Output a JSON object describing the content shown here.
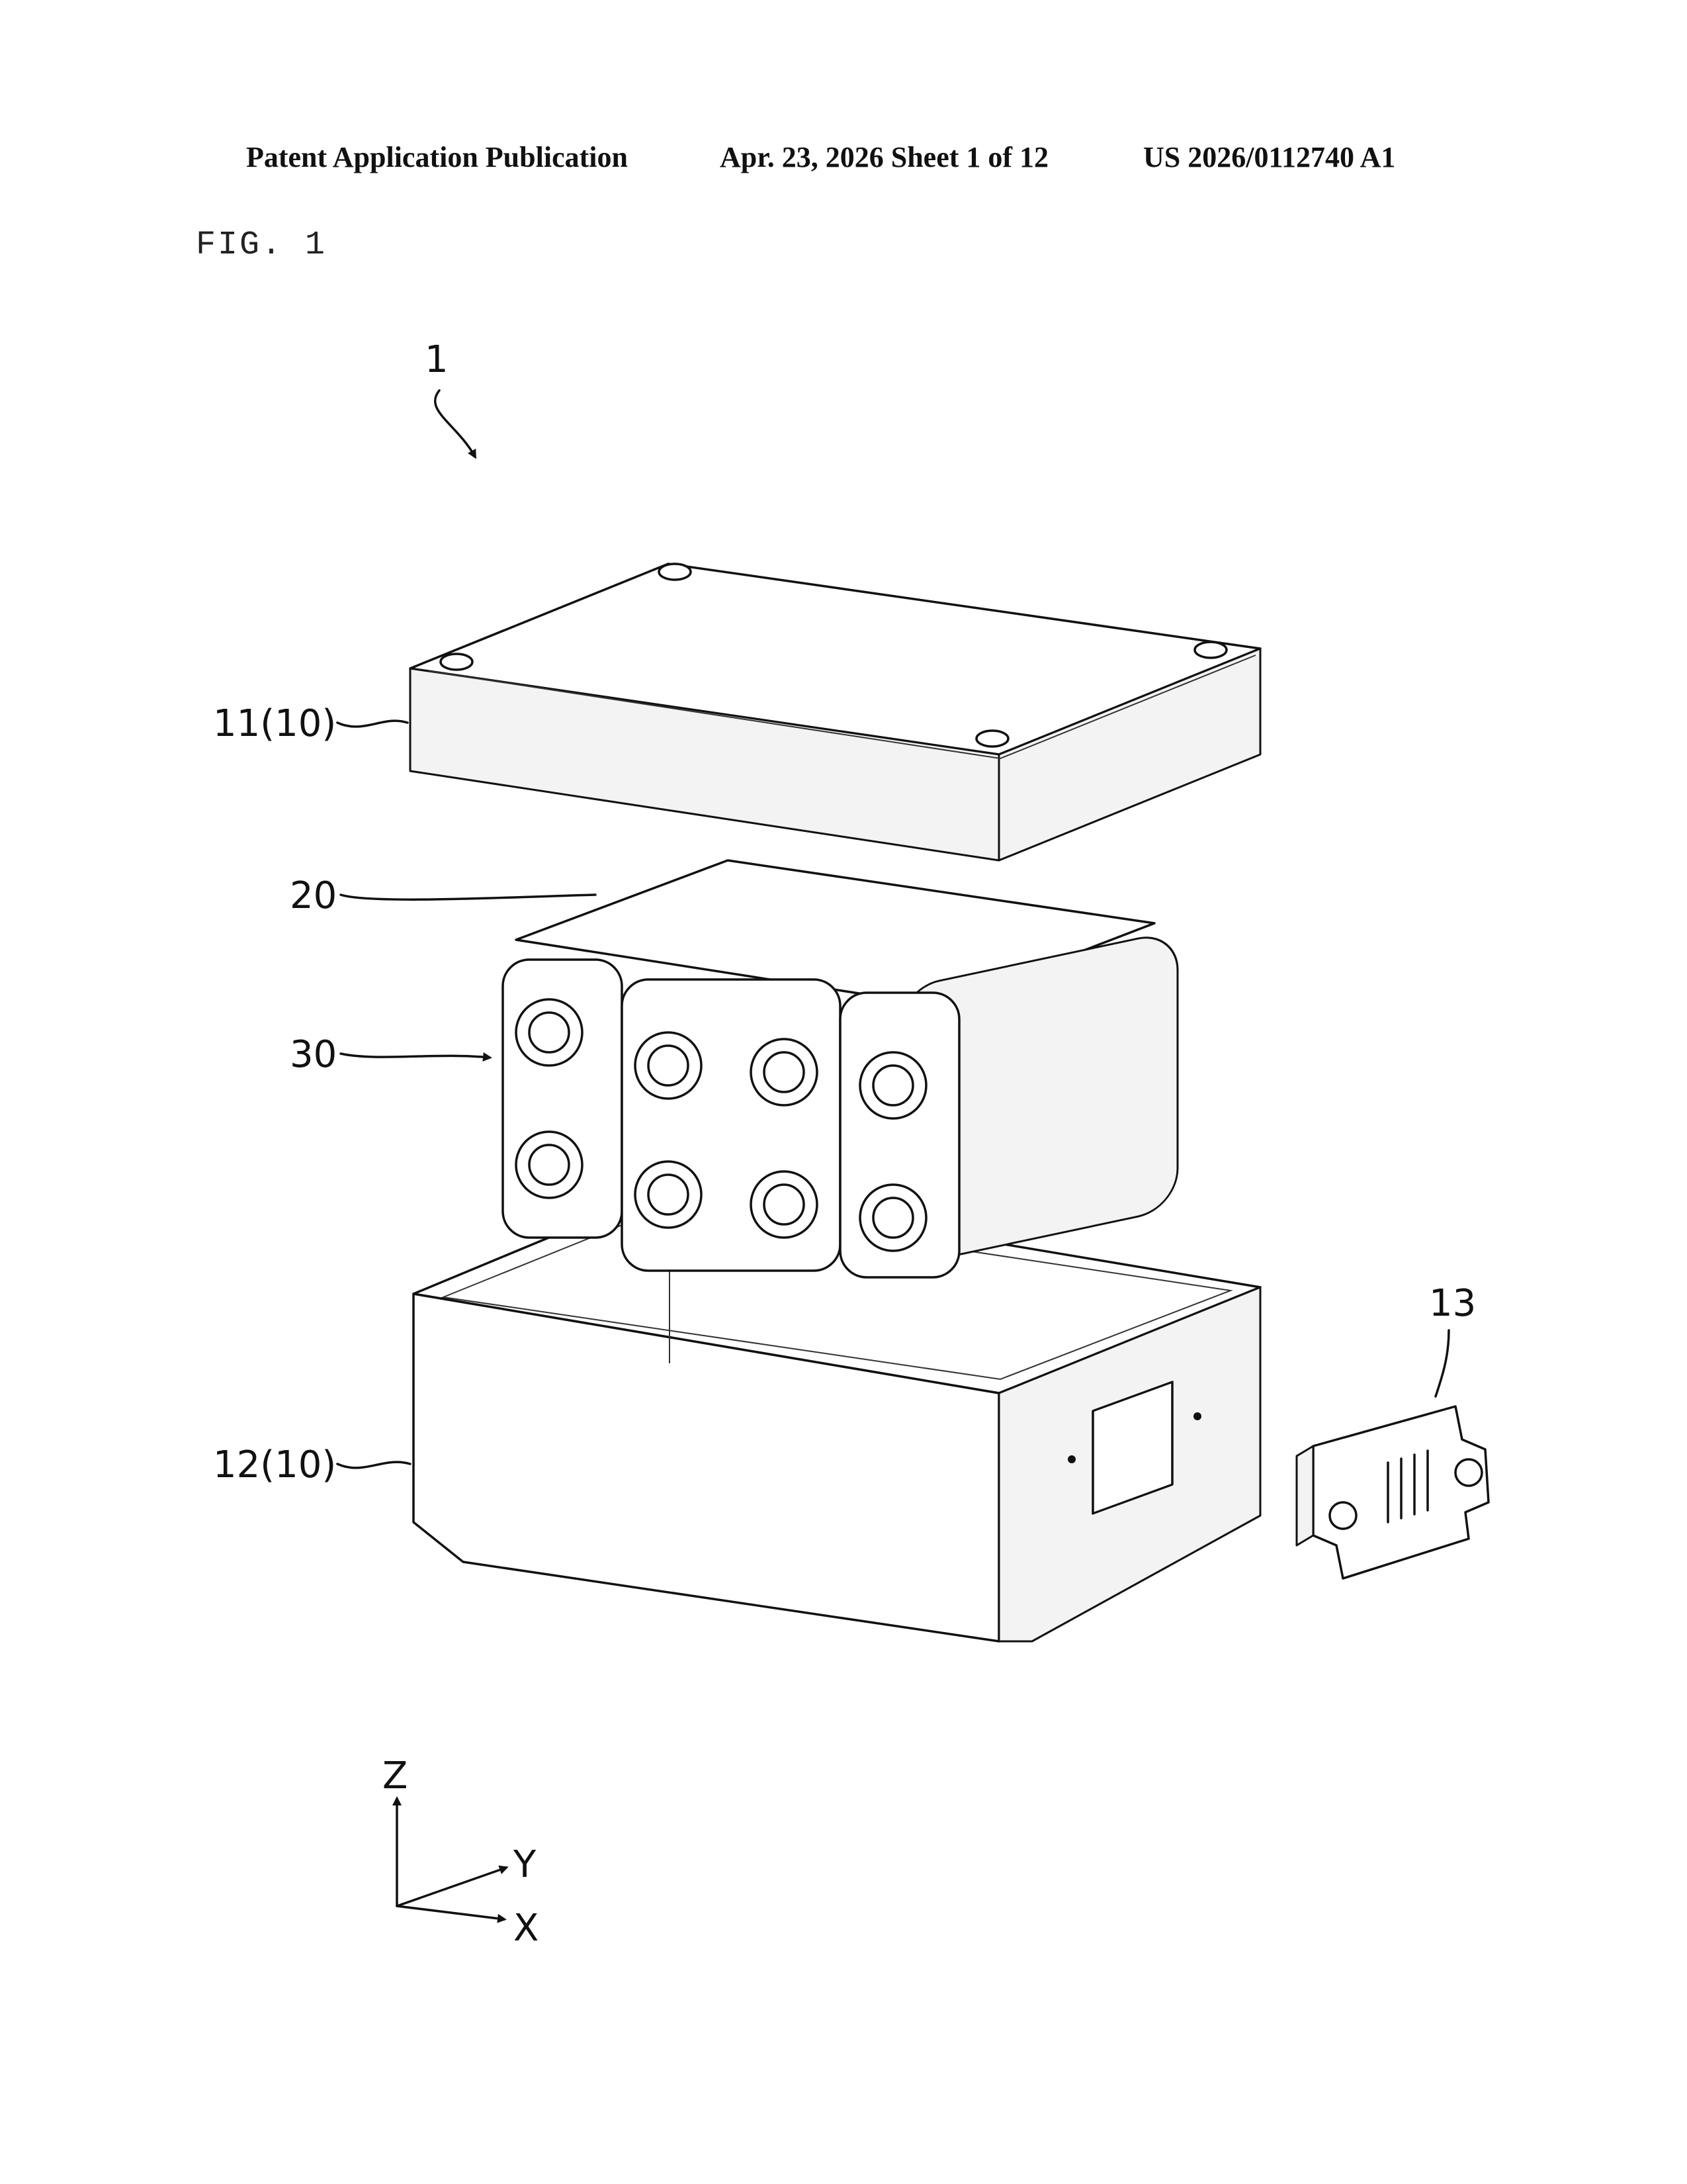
{
  "header": {
    "publication": "Patent Application Publication",
    "date_sheet": "Apr. 23, 2026  Sheet 1 of 12",
    "number": "US 2026/0112740 A1"
  },
  "figure_label": "FIG. 1",
  "refs": {
    "assembly": "1",
    "upper_case": "11(10)",
    "cover": "20",
    "battery_module": "30",
    "lower_case": "12(10)",
    "connector": "13"
  },
  "axes": {
    "z": "Z",
    "y": "Y",
    "x": "X"
  }
}
